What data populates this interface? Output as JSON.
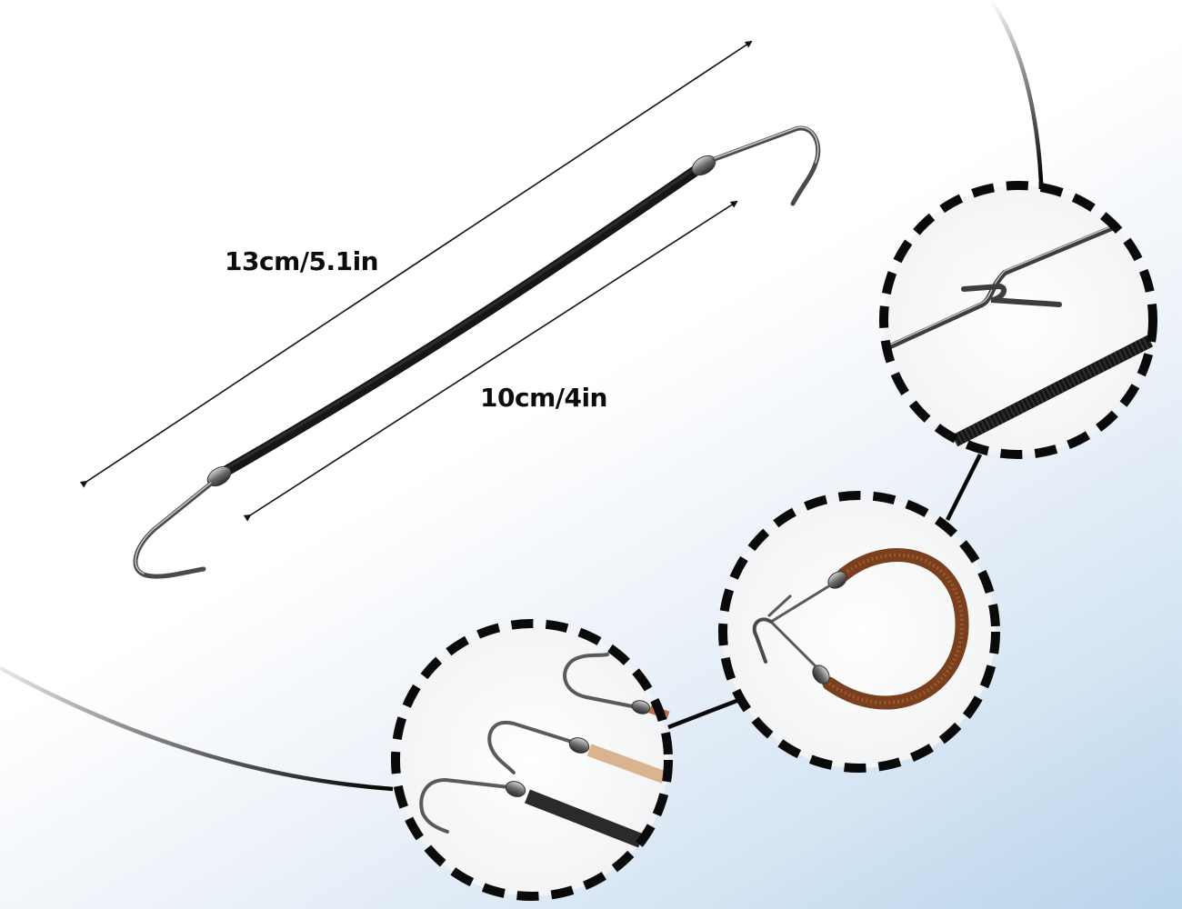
{
  "product": {
    "subject": "hair-elastic-with-hooks",
    "measurements": {
      "overall_length": "13cm/5.1in",
      "elastic_length": "10cm/4in"
    }
  },
  "detail_callouts": [
    {
      "id": "top-right",
      "depicts": "hook-hooked-onto-wire-and-braided-black-elastic"
    },
    {
      "id": "middle",
      "depicts": "brown-elastic-loop-with-joined-hooks"
    },
    {
      "id": "bottom",
      "depicts": "three-hooks-copper-beige-black-elastics"
    }
  ],
  "colors": {
    "elastic_black": "#1c1c1c",
    "elastic_brown": "#8a4b25",
    "elastic_beige": "#d9b48f",
    "metal": "#6b6b6b",
    "dashed_circle": "#0a0a0a",
    "background_tint": "#b8d3ea"
  }
}
